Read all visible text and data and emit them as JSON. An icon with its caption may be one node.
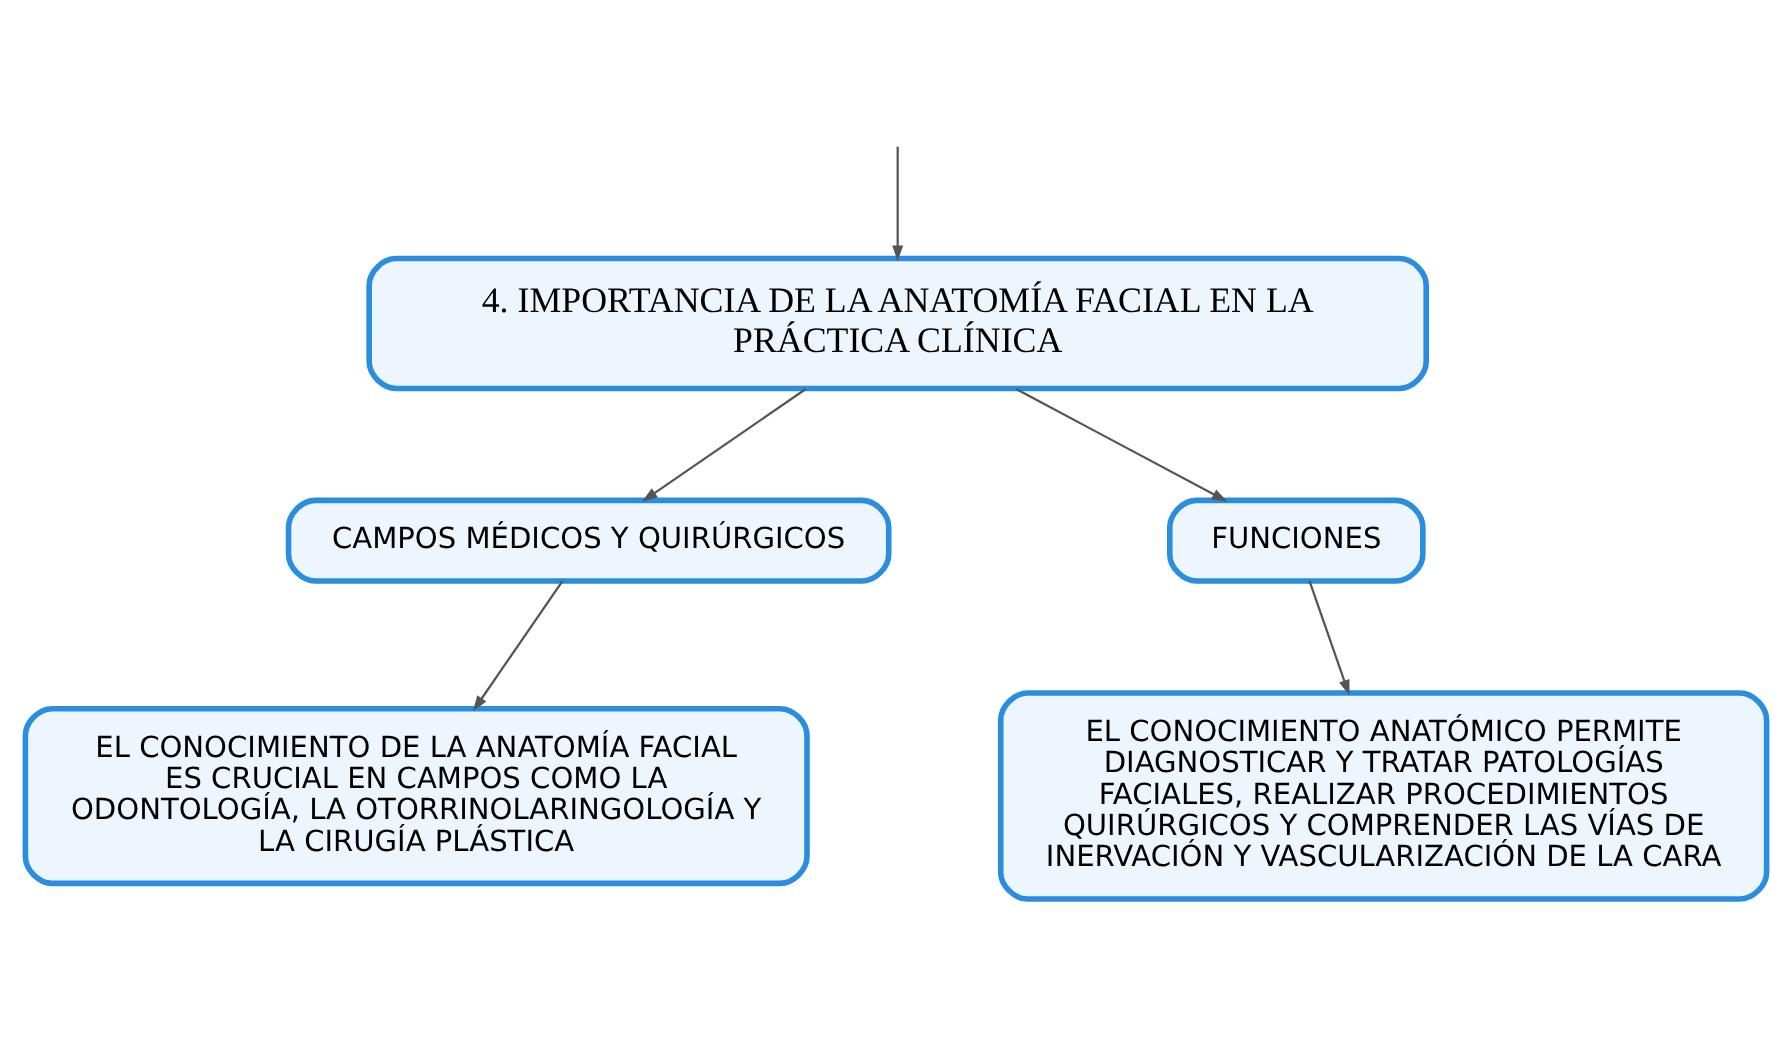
{
  "diagram": {
    "nodes": [
      {
        "text": [
          "4. IMPORTANCIA DE LA ANATOMÍA FACIAL EN LA PRÁCTICA CLÍNICA"
        ]
      },
      {
        "text": [
          "CAMPOS MÉDICOS Y QUIRÚRGICOS"
        ]
      },
      {
        "text": [
          "FUNCIONES"
        ]
      },
      {
        "text": [
          "EL CONOCIMIENTO DE LA ANATOMÍA FACIAL ES CRUCIAL EN CAMPOS COMO LA ODONTOLOGÍA, LA OTORRINOLARINGOLOGÍA Y LA CIRUGÍA PLÁSTICA"
        ]
      },
      {
        "text": [
          "EL CONOCIMIENTO ANATÓMICO PERMITE DIAGNOSTICAR Y TRATAR PATOLOGÍAS FACIALES, REALIZAR PROCEDIMIENTOS QUIRÚRGICOS Y COMPRENDER LAS VÍAS DE INERVACIÓN Y VASCULARIZACIÓN DE LA CARA"
        ]
      }
    ],
    "edges": [
      {
        "from": null,
        "to": 0,
        "arrow": "to"
      },
      {
        "from": 0,
        "to": 1,
        "arrow": "to"
      },
      {
        "from": 0,
        "to": 2,
        "arrow": "to"
      },
      {
        "from": 1,
        "to": 3,
        "arrow": "to"
      },
      {
        "from": 2,
        "to": 4,
        "arrow": "to"
      }
    ]
  }
}
